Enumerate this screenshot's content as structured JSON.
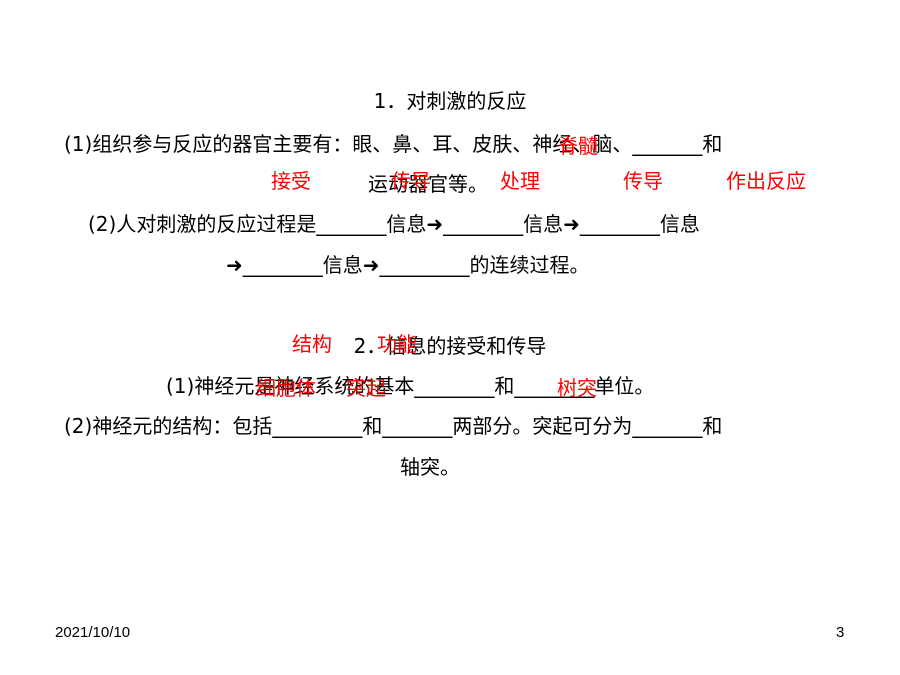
{
  "section1": {
    "title": "1．对刺激的反应",
    "line1": "(1)组织参与反应的器官主要有：眼、鼻、耳、皮肤、神经、脑、_______和",
    "line2": "运动器官等。",
    "line3": "(2)人对刺激的反应过程是_______信息➜________信息➜________信息",
    "line4": "➜________信息➜_________的连续过程。",
    "answers": {
      "spinal_cord": "脊髓",
      "receive": "接受",
      "transmit1": "传导",
      "process": "处理",
      "transmit2": "传导",
      "respond": "作出反应"
    }
  },
  "section2": {
    "title": "2．信息的接受和传导",
    "line1": "(1)神经元是神经系统的基本________和________单位。",
    "line2": "(2)神经元的结构：包括_________和_______两部分。突起可分为_______和",
    "line3": "轴突。",
    "answers": {
      "structure": "结构",
      "function": "功能",
      "cell_body": "细胞体",
      "process": "突起",
      "dendrite": "树突"
    }
  },
  "footer": {
    "date": "2021/10/10",
    "page": "3"
  }
}
